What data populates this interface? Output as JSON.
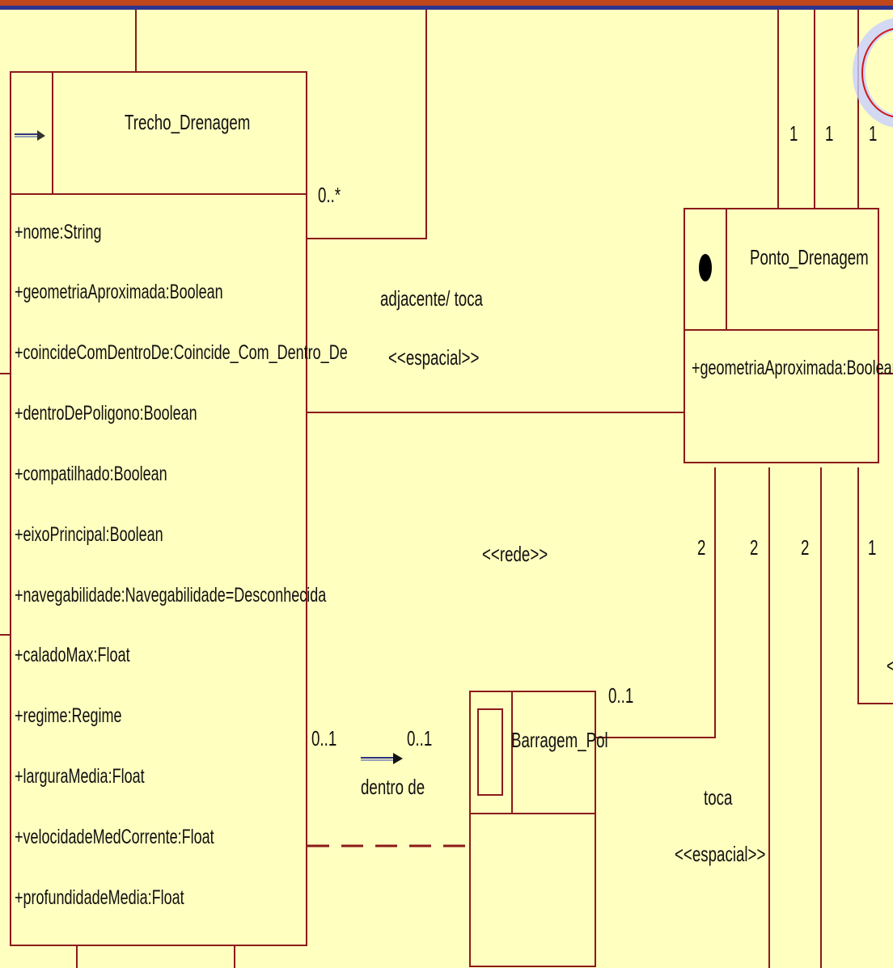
{
  "classes": {
    "trecho": {
      "name": "Trecho_Drenagem",
      "icon": "arrow-line-icon",
      "attributes": [
        "+nome:String",
        "+geometriaAproximada:Boolean",
        "+coincideComDentroDe:Coincide_Com_Dentro_De",
        "+dentroDePoligono:Boolean",
        "+compatilhado:Boolean",
        "+eixoPrincipal:Boolean",
        "+navegabilidade:Navegabilidade=Desconhecida",
        "+caladoMax:Float",
        "+regime:Regime",
        "+larguraMedia:Float",
        "+velocidadeMedCorrente:Float",
        "+profundidadeMedia:Float"
      ]
    },
    "ponto": {
      "name": "Ponto_Drenagem",
      "icon": "point-dot-icon",
      "attributes": [
        "+geometriaAproximada:Boolean"
      ]
    },
    "barragem": {
      "name": "Barragem_Pol",
      "icon": "polygon-square-icon"
    }
  },
  "labels": {
    "mult_trecho_top": "0..*",
    "mult_ponto_1a": "1",
    "mult_ponto_1b": "1",
    "mult_ponto_1c": "1",
    "adjacente": "adjacente/ toca",
    "espacial_1": "<<espacial>>",
    "rede": "<<rede>>",
    "mult_2a": "2",
    "mult_2b": "2",
    "mult_2c": "2",
    "mult_1d": "1",
    "mult_barragem": "0..1",
    "mult_trecho_bottom": "0..1",
    "mult_dentro": "0..1",
    "dentro_de": "dentro de",
    "toca": "toca",
    "espacial_2": "<<espacial>>",
    "edge_char": "<"
  },
  "colors": {
    "background": "#FFFFC0",
    "line": "#8B1A1A",
    "topbar_orange": "#C0461C",
    "topbar_blue": "#2E3490"
  }
}
